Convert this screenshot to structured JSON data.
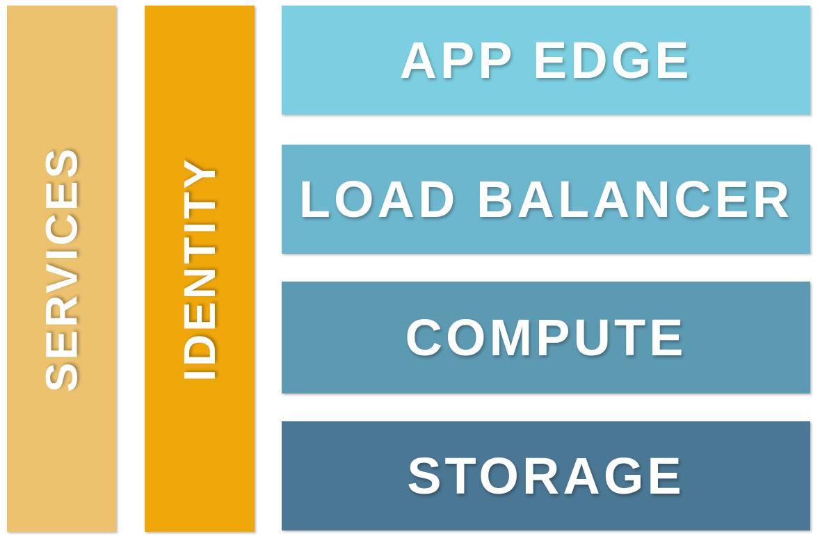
{
  "diagram": {
    "background_color": "#ffffff",
    "label_text_color": "#ffffff",
    "vertical_bars": [
      {
        "label": "SERVICES",
        "color": "#ecc26e"
      },
      {
        "label": "IDENTITY",
        "color": "#efa70a"
      }
    ],
    "horizontal_bars": [
      {
        "label": "APP EDGE",
        "color": "#7bcfe0"
      },
      {
        "label": "LOAD BALANCER",
        "color": "#6cb6ce"
      },
      {
        "label": "COMPUTE",
        "color": "#5c9ab2"
      },
      {
        "label": "STORAGE",
        "color": "#4a7793"
      }
    ]
  }
}
